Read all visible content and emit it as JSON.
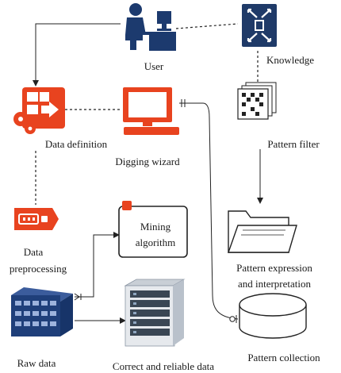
{
  "nodes": {
    "user": {
      "label": "User"
    },
    "knowledge": {
      "label": "Knowledge"
    },
    "data_definition": {
      "label": "Data definition"
    },
    "digging_wizard": {
      "label": "Digging wizard"
    },
    "pattern_filter": {
      "label": "Pattern filter"
    },
    "data_preprocessing": {
      "label_line1": "Data",
      "label_line2": "preprocessing"
    },
    "mining_algorithm": {
      "label_line1": "Mining",
      "label_line2": "algorithm"
    },
    "pattern_expression": {
      "label_line1": "Pattern expression",
      "label_line2": "and interpretation"
    },
    "raw_data": {
      "label": "Raw data"
    },
    "correct_data": {
      "label": "Correct and reliable data"
    },
    "pattern_collection": {
      "label": "Pattern collection"
    }
  },
  "colors": {
    "accent_red": "#e8431f",
    "navy": "#1f3a68",
    "dark_blue": "#1c3a6e",
    "server_gray": "#6c7a89"
  }
}
